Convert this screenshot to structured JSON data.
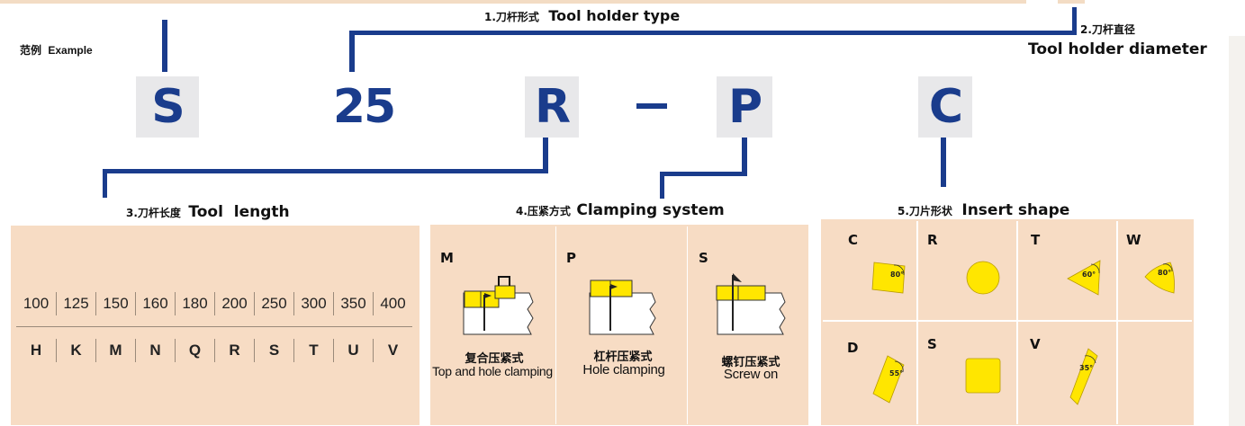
{
  "example": {
    "cn": "范例",
    "en": "Example"
  },
  "code": [
    "S",
    "25",
    "R",
    "P",
    "C"
  ],
  "dash": "–",
  "labels": {
    "holder_type": {
      "cn": "1.刀杆形式",
      "en": "Tool holder type"
    },
    "holder_diameter": {
      "cn": "2.刀杆直径",
      "en": "Tool holder diameter"
    },
    "tool_length": {
      "cn": "3.刀杆长度",
      "en": "Tool  length"
    },
    "clamping": {
      "cn": "4.压紧方式",
      "en": "Clamping system"
    },
    "insert_shape": {
      "cn": "5.刀片形状",
      "en": "Insert shape"
    }
  },
  "tool_length": {
    "lengths": [
      "100",
      "125",
      "150",
      "160",
      "180",
      "200",
      "250",
      "300",
      "350",
      "400"
    ],
    "codes": [
      "H",
      "K",
      "M",
      "N",
      "Q",
      "R",
      "S",
      "T",
      "U",
      "V"
    ]
  },
  "clamping_system": [
    {
      "letter": "M",
      "cn": "复合压紧式",
      "en": "Top and hole clamping"
    },
    {
      "letter": "P",
      "cn": "杠杆压紧式",
      "en": "Hole clamping"
    },
    {
      "letter": "S",
      "cn": "螺钉压紧式",
      "en": "Screw on"
    }
  ],
  "insert_shapes": [
    {
      "letter": "C",
      "angle": "80°",
      "shape": "rhombus-80"
    },
    {
      "letter": "R",
      "angle": "",
      "shape": "round"
    },
    {
      "letter": "T",
      "angle": "60°",
      "shape": "triangle"
    },
    {
      "letter": "W",
      "angle": "80°",
      "shape": "trigon"
    },
    {
      "letter": "D",
      "angle": "55°",
      "shape": "rhombus-55"
    },
    {
      "letter": "S",
      "angle": "",
      "shape": "square"
    },
    {
      "letter": "V",
      "angle": "35°",
      "shape": "rhombus-35"
    }
  ],
  "colors": {
    "navy": "#1a3c8c",
    "panel": "#f7dcc4",
    "insert_yellow": "#ffe600",
    "code_box": "#e8e8ea"
  }
}
